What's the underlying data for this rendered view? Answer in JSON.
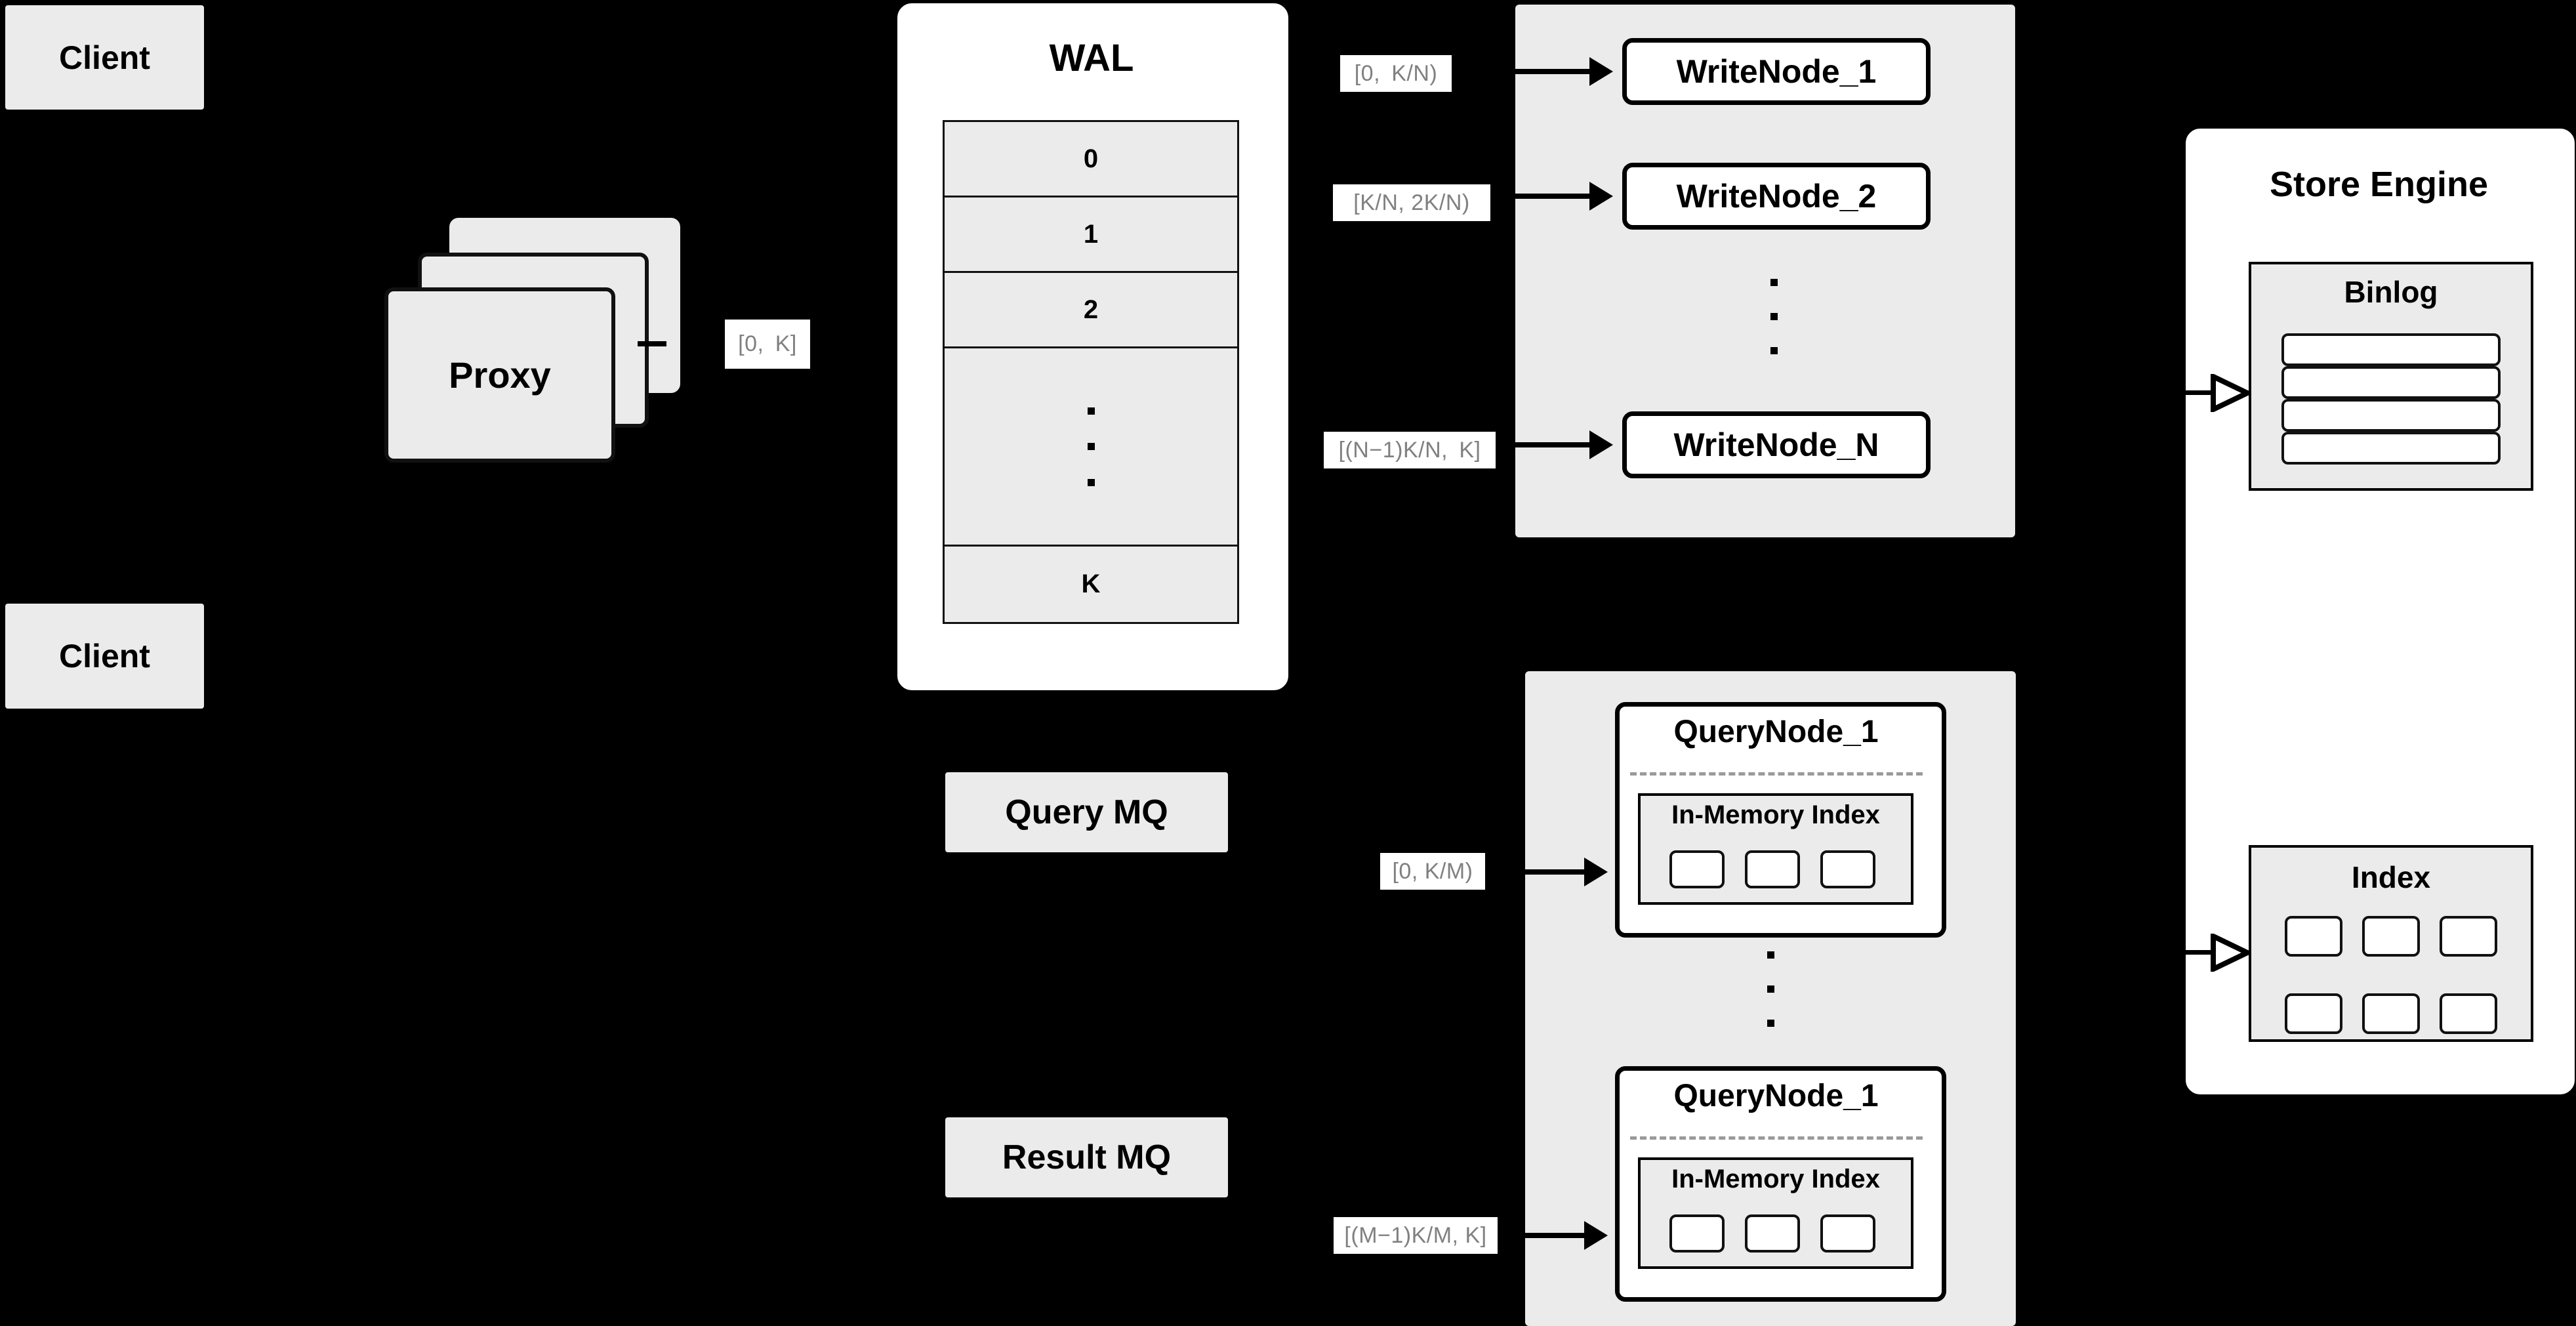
{
  "diagram": {
    "background_color": "#000000",
    "accent_grey": "#EBEBEB",
    "label_text_color": "#808080",
    "stroke_color": "#000000"
  },
  "clients": [
    {
      "label": "Client"
    },
    {
      "label": "Client"
    }
  ],
  "proxy": {
    "label": "Proxy",
    "stack_count": 3
  },
  "wal": {
    "title": "WAL",
    "rows": [
      "0",
      "1",
      "2",
      "⋮",
      "K"
    ],
    "ellipsis_row_index": 3
  },
  "mq": {
    "query": "Query MQ",
    "result": "Result MQ"
  },
  "write_group": {
    "nodes": [
      {
        "label": "WriteNode_1"
      },
      {
        "label": "WriteNode_2"
      },
      {
        "label": "WriteNode_N"
      }
    ],
    "ellipsis": "⋮"
  },
  "query_group": {
    "nodes": [
      {
        "label": "QueryNode_1",
        "index_label": "In-Memory Index",
        "index_cells": 3
      },
      {
        "label": "QueryNode_1",
        "index_label": "In-Memory Index",
        "index_cells": 3
      }
    ],
    "ellipsis": "⋮"
  },
  "store_engine": {
    "title": "Store Engine",
    "binlog": {
      "title": "Binlog",
      "rows": 4
    },
    "index": {
      "title": "Index",
      "rows": 2,
      "cols": 3
    }
  },
  "edge_labels": {
    "proxy_to_wal": "[0,  K]",
    "wal_to_write_1": "[0,  K/N)",
    "wal_to_write_2": "[K/N, 2K/N)",
    "wal_to_write_n": "[(N−1)K/N,  K]",
    "mq_to_query_1": "[0, K/M)",
    "mq_to_query_m": "[(M−1)K/M, K]"
  }
}
